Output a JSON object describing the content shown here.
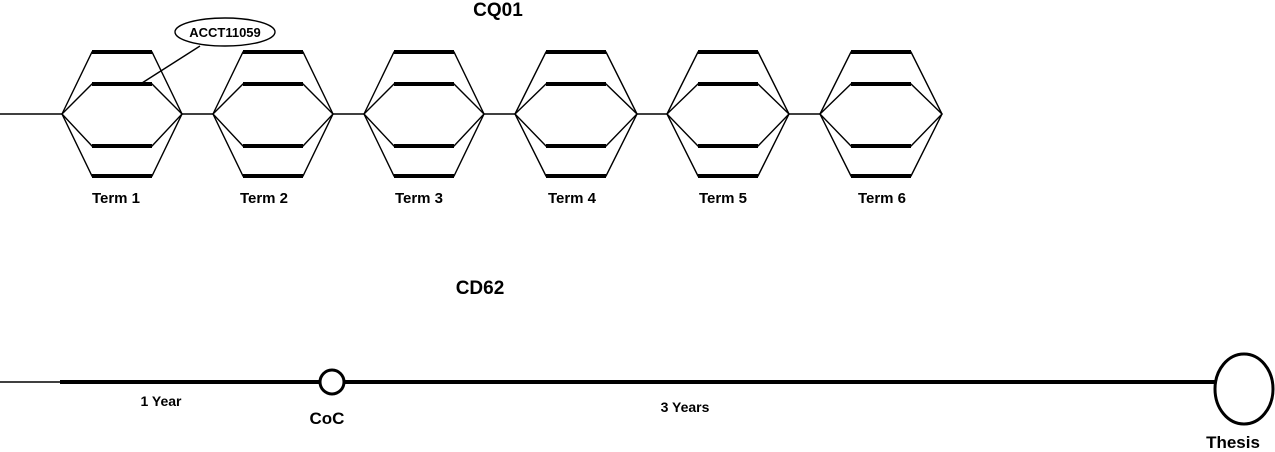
{
  "cq01": {
    "title": "CQ01",
    "callout_label": "ACCT11059",
    "terms": [
      {
        "label": "Term 1"
      },
      {
        "label": "Term 2"
      },
      {
        "label": "Term 3"
      },
      {
        "label": "Term 4"
      },
      {
        "label": "Term 5"
      },
      {
        "label": "Term 6"
      }
    ]
  },
  "cd62": {
    "title": "CD62",
    "segments": [
      {
        "label": "1 Year"
      },
      {
        "label": "3 Years"
      }
    ],
    "nodes": [
      {
        "label": "CoC"
      },
      {
        "label": "Thesis"
      }
    ]
  },
  "colors": {
    "line": "#000000",
    "background": "#ffffff"
  }
}
